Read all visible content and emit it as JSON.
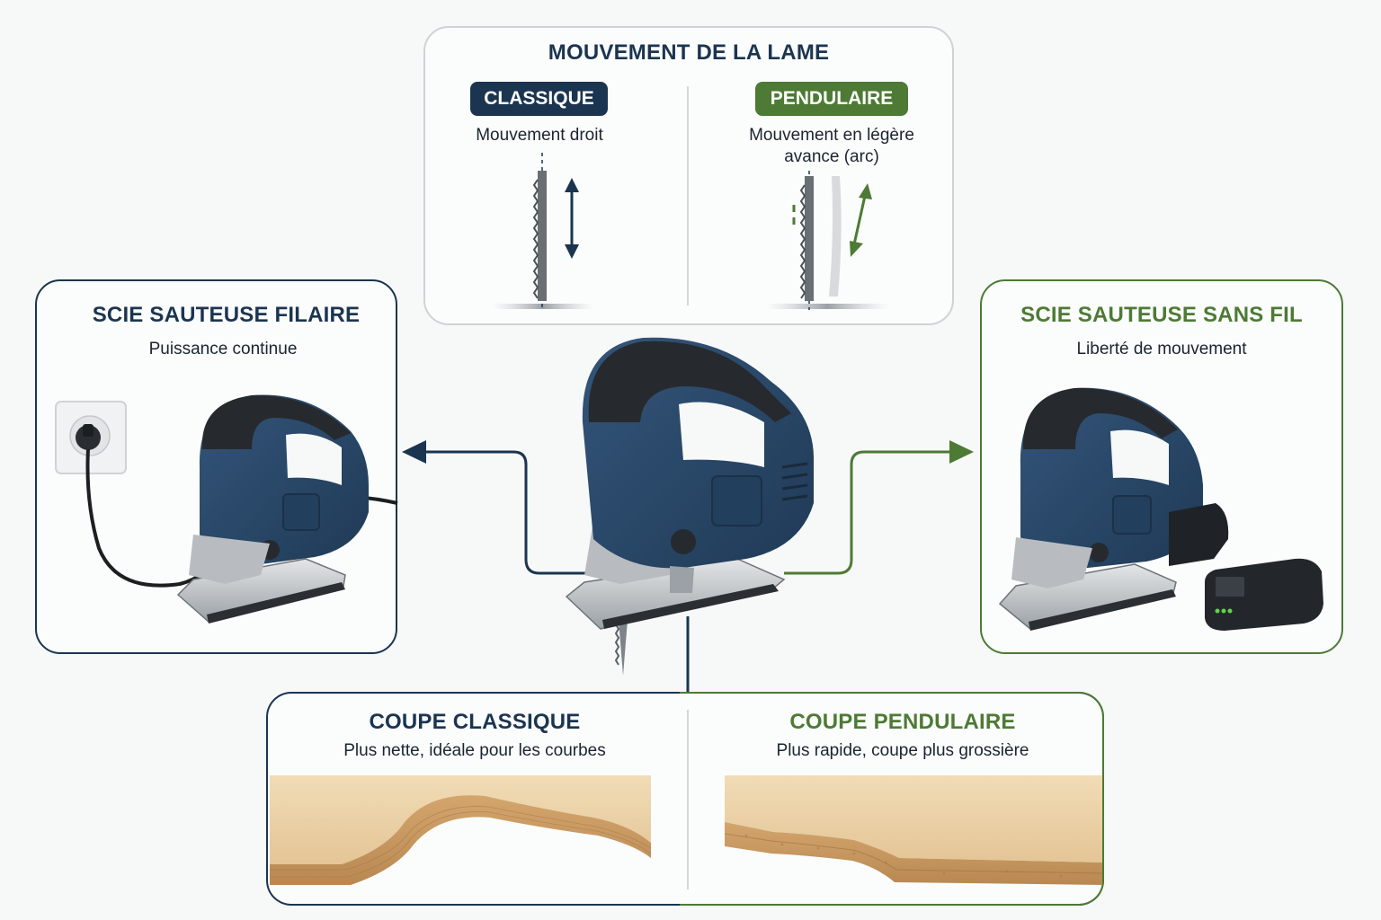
{
  "colors": {
    "navy": "#1b3550",
    "green": "#4d7a34",
    "tool_blue": "#2c4a68",
    "tool_black": "#262a2e",
    "wood_light": "#e8cfa4",
    "wood_edge": "#c79a62"
  },
  "motion": {
    "title": "MOUVEMENT DE LA LAME",
    "classic": {
      "badge": "CLASSIQUE",
      "caption": "Mouvement droit"
    },
    "pendulum": {
      "badge": "PENDULAIRE",
      "caption_line1": "Mouvement en légère",
      "caption_line2": "avance (arc)"
    }
  },
  "corded": {
    "title": "SCIE SAUTEUSE FILAIRE",
    "subtitle": "Puissance continue"
  },
  "cordless": {
    "title": "SCIE SAUTEUSE SANS FIL",
    "subtitle": "Liberté de mouvement"
  },
  "cuts": {
    "classic": {
      "title": "COUPE CLASSIQUE",
      "subtitle": "Plus nette, idéale pour les courbes"
    },
    "pendulum": {
      "title": "COUPE PENDULAIRE",
      "subtitle": "Plus rapide, coupe plus grossière"
    }
  },
  "icons": {
    "outlet": "power-outlet-icon",
    "plug": "plug-icon",
    "battery": "battery-icon",
    "arrow": "double-arrow-icon"
  }
}
